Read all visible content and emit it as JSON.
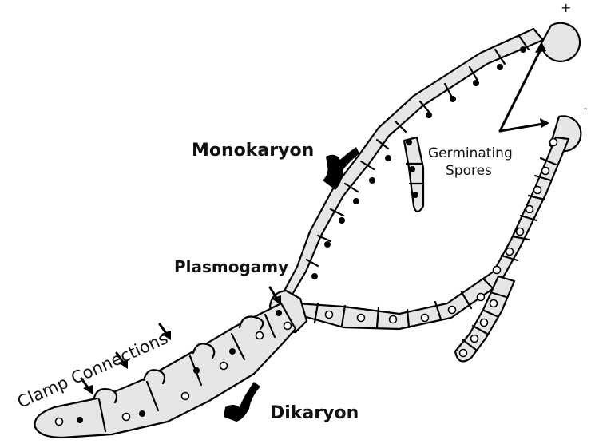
{
  "labels": {
    "monokaryon": "Monokaryon",
    "germinating_1": "Germinating",
    "germinating_2": "Spores",
    "plasmogamy": "Plasmogamy",
    "clamp": "Clamp Connections",
    "dikaryon": "Dikaryon",
    "plus": "+",
    "minus": "-"
  },
  "colors": {
    "cell_fill": "#e6e6e6",
    "line": "#000000",
    "text": "#111111"
  }
}
